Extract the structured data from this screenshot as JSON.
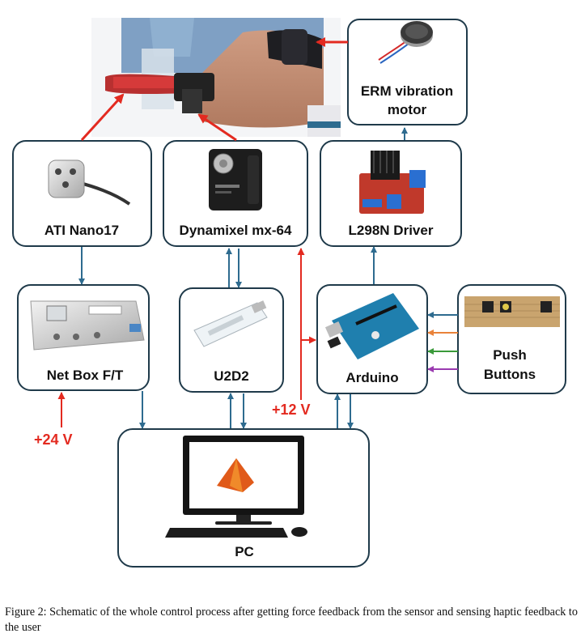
{
  "nodes": {
    "ati": "ATI Nano17",
    "dynamixel": "Dynamixel mx-64",
    "l298n": "L298N Driver",
    "erm_line1": "ERM vibration",
    "erm_line2": "motor",
    "netbox": "Net Box F/T",
    "u2d2": "U2D2",
    "arduino": "Arduino",
    "push_line1": "Push",
    "push_line2": "Buttons",
    "pc": "PC"
  },
  "voltages": {
    "v24": "+24 V",
    "v12": "+12 V"
  },
  "caption": "Figure 2: Schematic of the whole control process after getting force feedback from the sensor and sensing haptic feedback to the user",
  "colors": {
    "signal_arrow": "#2e6b8f",
    "power_arrow": "#e32a20",
    "button_wires": [
      "#2e6b8f",
      "#e9823a",
      "#3a9a3a",
      "#9a3ab0"
    ]
  }
}
